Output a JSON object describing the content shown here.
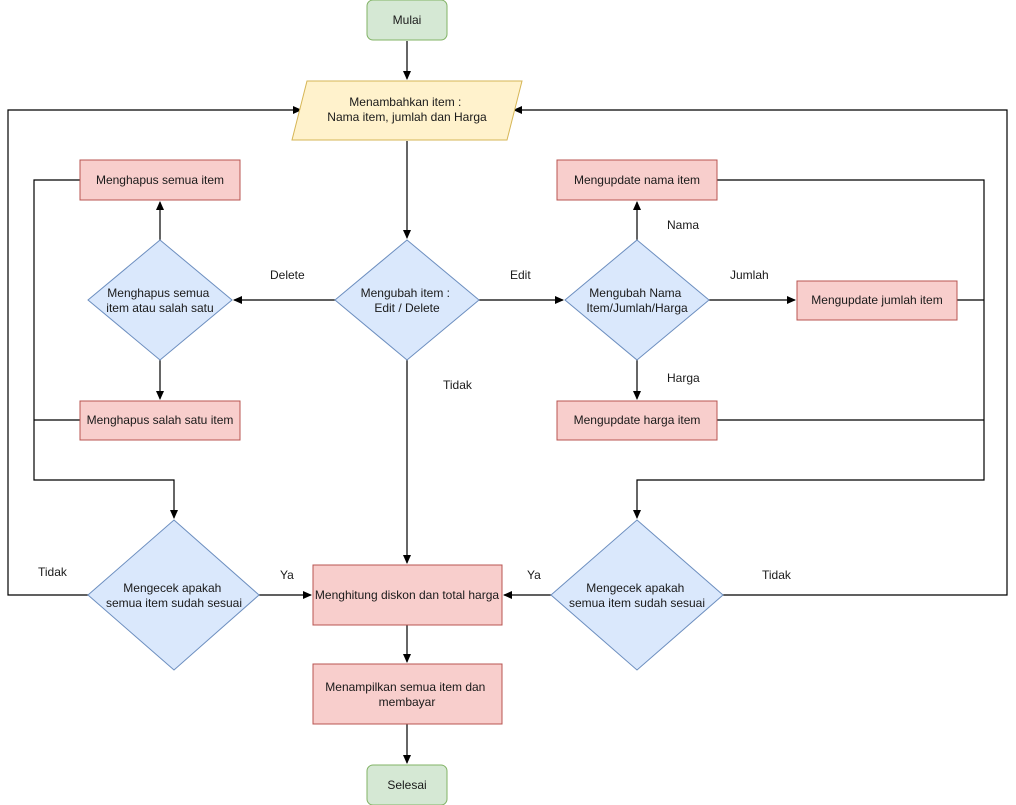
{
  "colors": {
    "terminal_fill": "#d5e8d4",
    "terminal_stroke": "#82b366",
    "io_fill": "#fff2cc",
    "io_stroke": "#d6b656",
    "process_fill": "#f8cecc",
    "process_stroke": "#b85450",
    "decision_fill": "#dae8fc",
    "decision_stroke": "#6c8ebf"
  },
  "nodes": {
    "start": {
      "lines": [
        "Mulai"
      ]
    },
    "add_items": {
      "lines": [
        "Menambahkan item :",
        "Nama item, jumlah dan Harga"
      ]
    },
    "change_items": {
      "lines": [
        "Mengubah item :",
        "Edit / Delete"
      ]
    },
    "delete_choice": {
      "lines": [
        "Menghapus semua",
        "item atau salah satu"
      ]
    },
    "delete_all": {
      "lines": [
        "Menghapus semua item"
      ]
    },
    "delete_one": {
      "lines": [
        "Menghapus salah satu item"
      ]
    },
    "edit_choice": {
      "lines": [
        "Mengubah Nama",
        "Item/Jumlah/Harga"
      ]
    },
    "update_name": {
      "lines": [
        "Mengupdate nama item"
      ]
    },
    "update_qty": {
      "lines": [
        "Mengupdate jumlah item"
      ]
    },
    "update_price": {
      "lines": [
        "Mengupdate harga item"
      ]
    },
    "check_left": {
      "lines": [
        "Mengecek apakah",
        "semua item sudah sesuai"
      ]
    },
    "check_right": {
      "lines": [
        "Mengecek apakah",
        "semua item sudah sesuai"
      ]
    },
    "calculate": {
      "lines": [
        "Menghitung diskon dan total harga"
      ]
    },
    "display_pay": {
      "lines": [
        "Menampilkan semua item dan",
        "membayar"
      ]
    },
    "end": {
      "lines": [
        "Selesai"
      ]
    }
  },
  "edge_labels": {
    "delete": "Delete",
    "edit": "Edit",
    "tidak_center": "Tidak",
    "nama": "Nama",
    "jumlah": "Jumlah",
    "harga": "Harga",
    "tidak_left": "Tidak",
    "ya_left": "Ya",
    "ya_right": "Ya",
    "tidak_right": "Tidak"
  }
}
